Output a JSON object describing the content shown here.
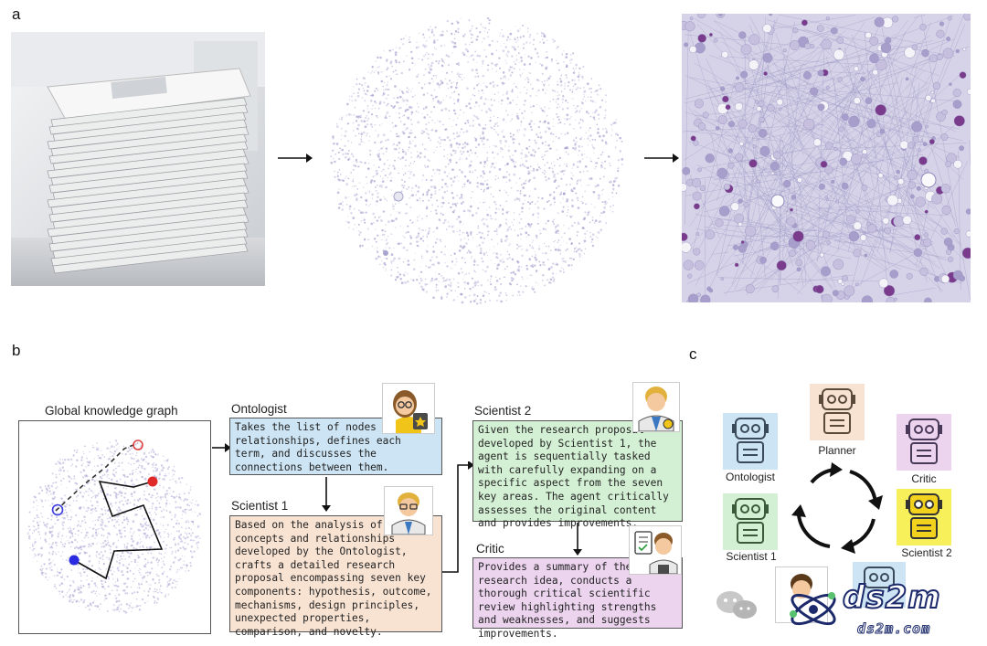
{
  "panels": {
    "a": "a",
    "b": "b",
    "c": "c"
  },
  "panel_b": {
    "graph_title": "Global knowledge graph",
    "agents": [
      {
        "name": "Ontologist",
        "text": "Takes the list of nodes and relationships, defines each term, and discusses the connections between them.",
        "color": "#cce4f3"
      },
      {
        "name": "Scientist 1",
        "text": "Based on the analysis of concepts and relationships developed by the Ontologist, crafts a detailed research proposal encompassing seven key components: hypothesis, outcome, mechanisms, design principles, unexpected properties, comparison, and novelty.",
        "color": "#f8e3d3"
      },
      {
        "name": "Scientist 2",
        "text": "Given the research proposal developed by Scientist 1, the agent is sequentially tasked with carefully expanding on a specific aspect from the seven key areas. The agent critically assesses the original content and provides improvements.",
        "color": "#d4f0d4"
      },
      {
        "name": "Critic",
        "text": "Provides a summary of the research idea, conducts a thorough critical scientific review highlighting strengths and weaknesses, and suggests improvements.",
        "color": "#ecd4ef"
      }
    ]
  },
  "panel_c": {
    "robots": [
      {
        "label": "Planner",
        "color": "#f8e3d3"
      },
      {
        "label": "Ontologist",
        "color": "#cce4f3"
      },
      {
        "label": "Critic",
        "color": "#ecd4ef"
      },
      {
        "label": "Scientist 1",
        "color": "#d4f0d4"
      },
      {
        "label": "Scientist 2",
        "color": "#f7f05a"
      }
    ]
  },
  "watermark": {
    "logo_text": "ds2m",
    "url_text": "ds2m.com"
  }
}
